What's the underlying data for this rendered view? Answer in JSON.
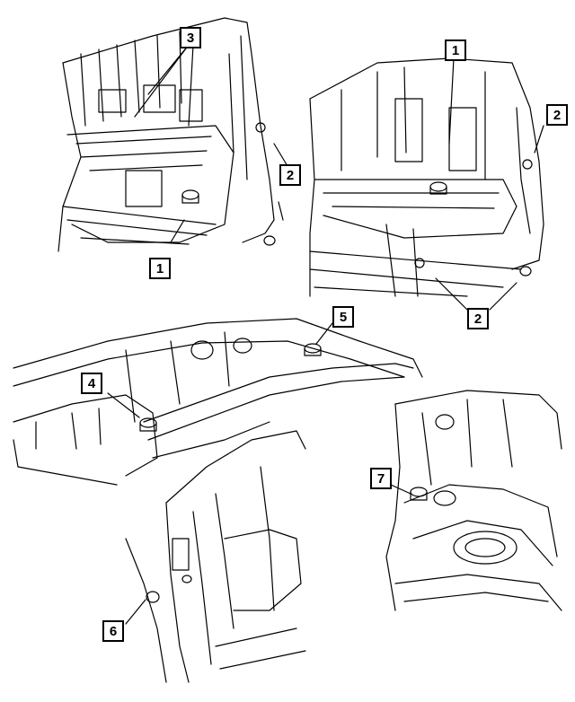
{
  "colors": {
    "line": "#000000",
    "background": "#ffffff"
  },
  "callouts": [
    {
      "id": "c3",
      "label": "3"
    },
    {
      "id": "c2a",
      "label": "2"
    },
    {
      "id": "c1a",
      "label": "1"
    },
    {
      "id": "c1b",
      "label": "1"
    },
    {
      "id": "c2b",
      "label": "2"
    },
    {
      "id": "c2c",
      "label": "2"
    },
    {
      "id": "c5",
      "label": "5"
    },
    {
      "id": "c4",
      "label": "4"
    },
    {
      "id": "c7",
      "label": "7"
    },
    {
      "id": "c6",
      "label": "6"
    }
  ]
}
